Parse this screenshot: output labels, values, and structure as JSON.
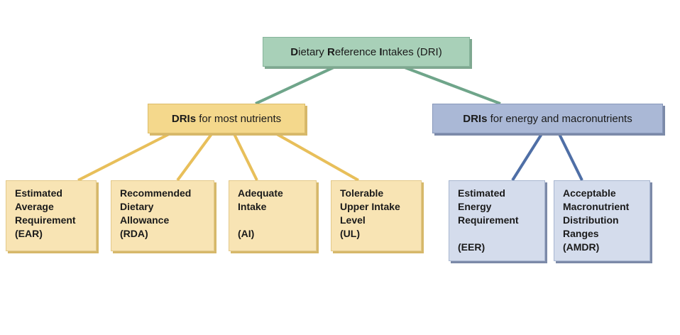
{
  "diagram": {
    "root": {
      "lead": "D",
      "text": "ietary ",
      "lead2": "R",
      "text2": "eference ",
      "lead3": "I",
      "text3": "ntakes (DRI)"
    },
    "branch_left": {
      "label_bold": "DRIs",
      "label_rest": " for most nutrients"
    },
    "branch_right": {
      "label_bold": "DRIs",
      "label_rest": " for energy and macronutrients"
    },
    "leaves": [
      {
        "lines": [
          "Estimated",
          "Average",
          "Requirement",
          "(EAR)"
        ]
      },
      {
        "lines": [
          "Recommended",
          "Dietary",
          "Allowance",
          "(RDA)"
        ]
      },
      {
        "lines": [
          "Adequate",
          "Intake",
          "",
          "(AI)"
        ]
      },
      {
        "lines": [
          "Tolerable",
          "Upper Intake",
          "Level",
          "(UL)"
        ]
      },
      {
        "lines": [
          "Estimated",
          "Energy",
          "Requirement",
          "",
          "(EER)"
        ]
      },
      {
        "lines": [
          "Acceptable",
          "Macronutrient",
          "Distribution",
          "Ranges",
          "(AMDR)"
        ]
      }
    ]
  },
  "colors": {
    "green_line": "#6fa58a",
    "yellow_line": "#e8bf5a",
    "blue_line": "#4f6fa6"
  }
}
